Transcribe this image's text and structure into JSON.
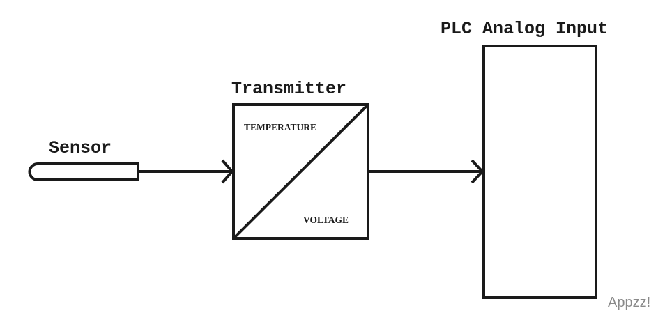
{
  "labels": {
    "sensor": "Sensor",
    "transmitter": "Transmitter",
    "plc": "PLC Analog Input",
    "transmitter_input": "TEMPERATURE",
    "transmitter_output": "VOLTAGE"
  },
  "watermark": "Appzz!",
  "colors": {
    "line": "#1a1a1a",
    "background": "#ffffff",
    "watermark": "#8a8a8a"
  }
}
